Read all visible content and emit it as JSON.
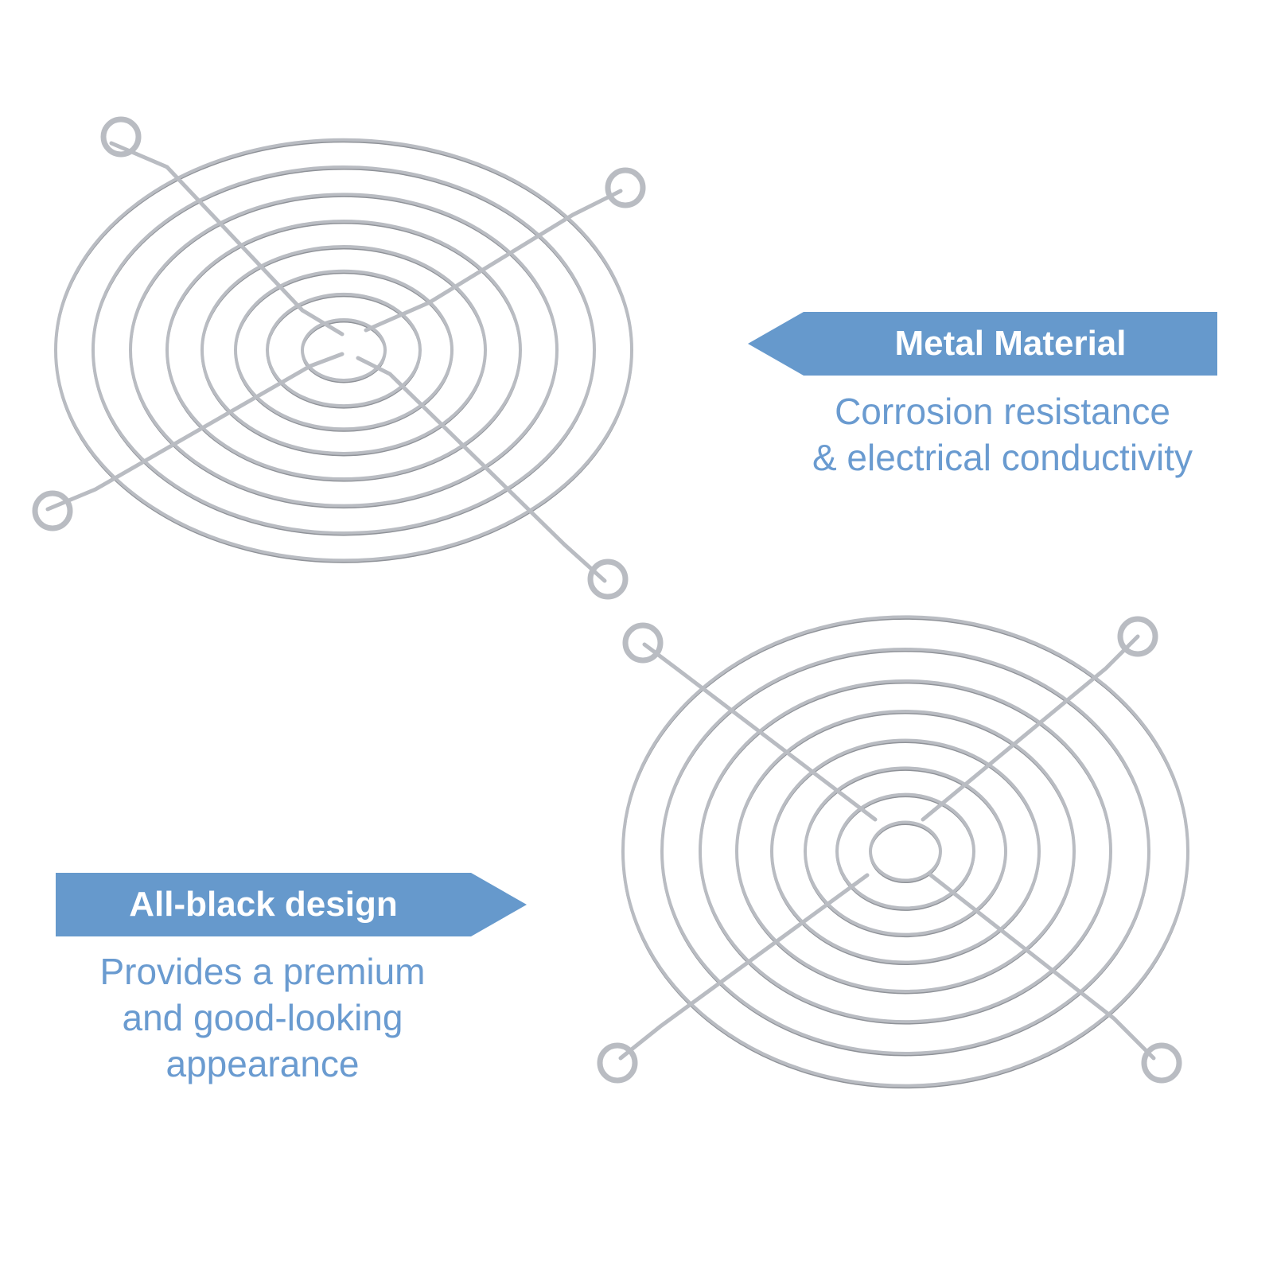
{
  "colors": {
    "accent": "#6699cc",
    "text_blue": "#6a9bd0",
    "wire": "#b9bcc2",
    "wire_shadow": "#8f9298"
  },
  "feature_top": {
    "title": "Metal Material",
    "lines": [
      "Corrosion resistance",
      "& electrical conductivity"
    ]
  },
  "feature_bottom": {
    "title": "All-black design",
    "lines": [
      "Provides a premium",
      "and good-looking",
      "appearance"
    ]
  },
  "images": {
    "top_grill": "fan-grill-icon",
    "bottom_grill": "fan-grill-icon"
  }
}
